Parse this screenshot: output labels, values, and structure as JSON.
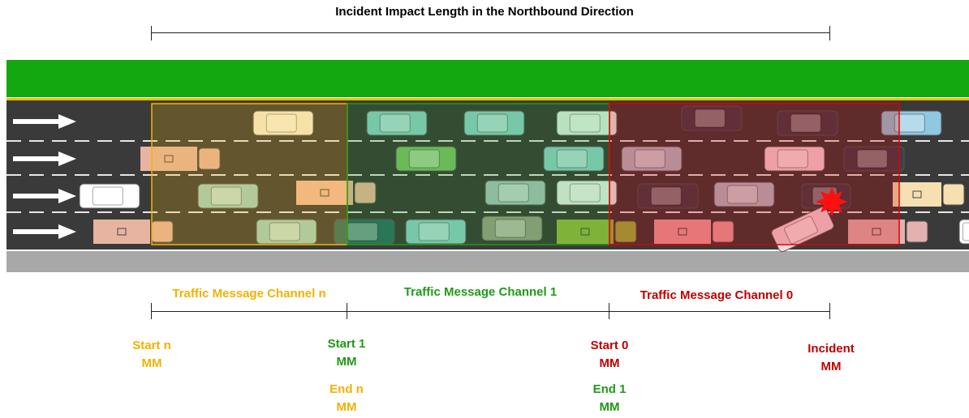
{
  "title": "Incident Impact Length in the Northbound Direction",
  "colors": {
    "green_text": "#1f9a16",
    "orange_text": "#f2b100",
    "red_text": "#c00000",
    "grass": "#13a80f",
    "asphalt": "#3a3a3a",
    "shoulder": "#a8a8a8",
    "zone_n": "#f4b400",
    "zone_1": "#1f9a16",
    "zone_0": "#d00000"
  },
  "channels": [
    {
      "name": "Traffic Message Channel n",
      "color": "orange"
    },
    {
      "name": "Traffic Message Channel 1",
      "color": "green"
    },
    {
      "name": "Traffic Message Channel 0",
      "color": "red"
    }
  ],
  "markers": {
    "start_n": {
      "line1": "Start n",
      "line2": "MM"
    },
    "start_1": {
      "line1": "Start 1",
      "line2": "MM"
    },
    "end_n": {
      "line1": "End n",
      "line2": "MM"
    },
    "start_0": {
      "line1": "Start 0",
      "line2": "MM"
    },
    "end_1": {
      "line1": "End 1",
      "line2": "MM"
    },
    "incident": {
      "line1": "Incident",
      "line2": "MM"
    }
  },
  "icons": [
    "direction-arrow-icon",
    "car-icon",
    "truck-icon",
    "crash-burst-icon"
  ]
}
